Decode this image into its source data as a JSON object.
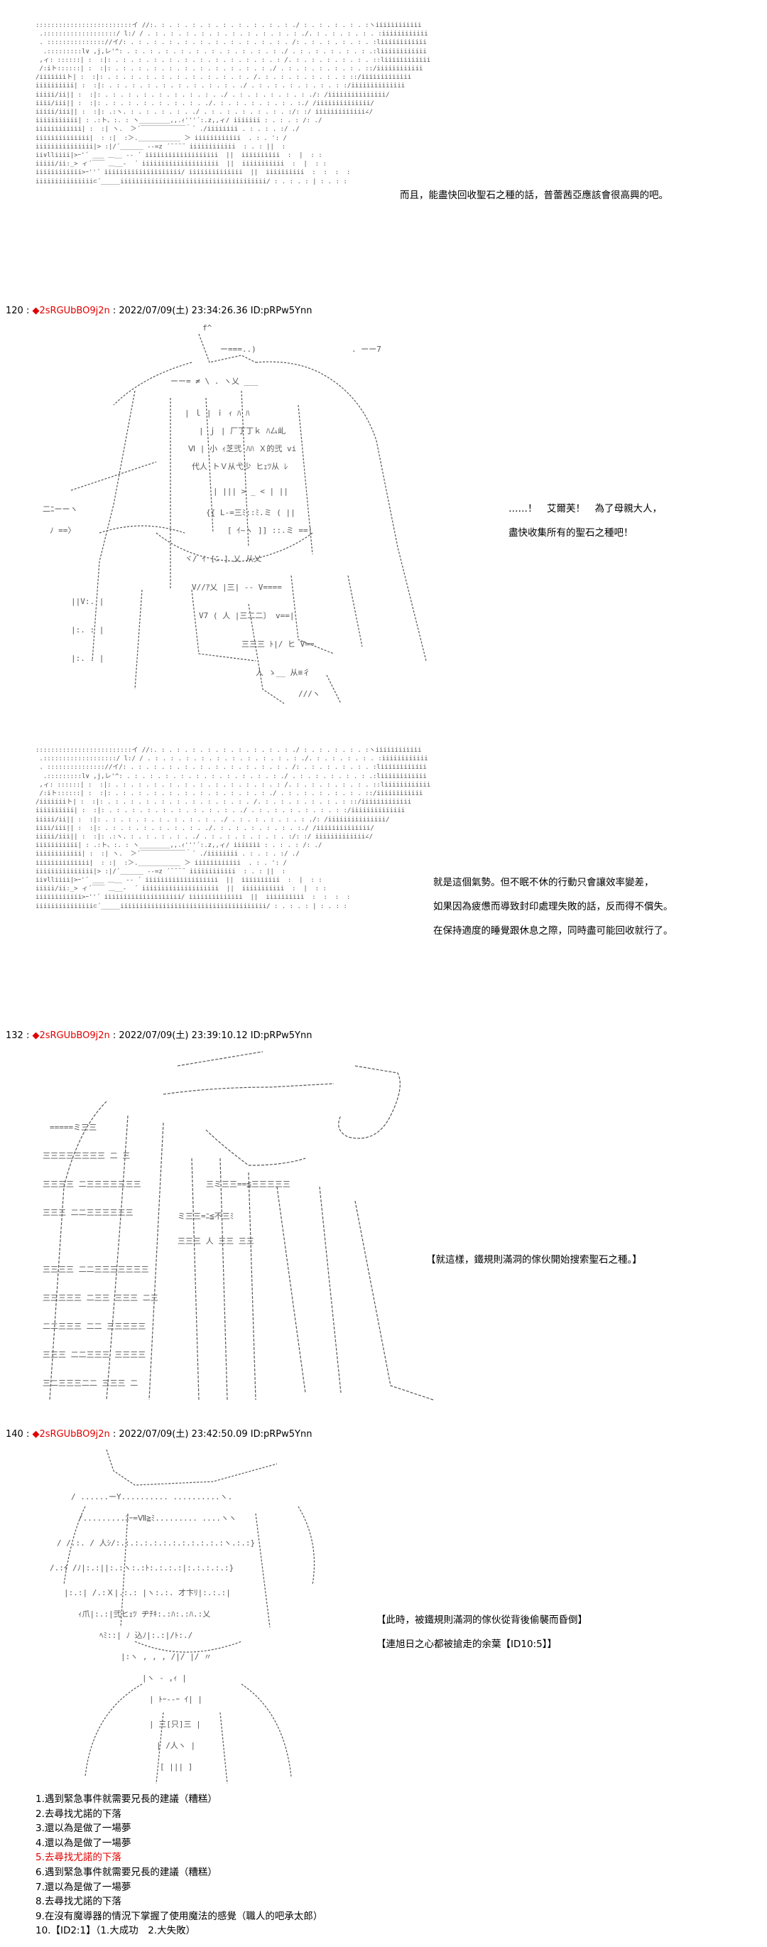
{
  "panel1": {
    "dialog": [
      "而且，能盡快回收聖石之種的話，普蕾茜亞應該會很高興的吧。"
    ]
  },
  "post120": {
    "num": "120",
    "name": "2sRGUbBO9j2n",
    "date": "2022/07/09(土) 23:34:26.36 ID:pRPw5Ynn"
  },
  "panel2": {
    "dialog": [
      "……！　艾爾芙！　為了母親大人，",
      "盡快收集所有的聖石之種吧！"
    ]
  },
  "panel3": {
    "dialog": [
      "就是這個氣勢。但不眠不休的行動只會讓效率變差，",
      "如果因為疲憊而導致封印處理失敗的話，反而得不償失。",
      "在保持適度的睡覺跟休息之際，同時盡可能回收就行了。"
    ]
  },
  "post132": {
    "num": "132",
    "name": "2sRGUbBO9j2n",
    "date": "2022/07/09(土) 23:39:10.12 ID:pRPw5Ynn"
  },
  "panel4": {
    "dialog": [
      "【就這樣，鐵規則滿洞的傢伙開始搜索聖石之種。】"
    ]
  },
  "post140": {
    "num": "140",
    "name": "2sRGUbBO9j2n",
    "date": "2022/07/09(土) 23:42:50.09 ID:pRPw5Ynn"
  },
  "panel5": {
    "dialog": [
      "【此時，被鐵規則滿洞的傢伙從背後偷襲而昏倒】",
      "【連旭日之心都被搶走的余葉【ID10:5】】"
    ]
  },
  "choices": [
    "1.遇到緊急事件就需要兄長的建議（糟糕）",
    "2.去尋找尤諾的下落",
    "3.還以為是做了一場夢",
    "4.還以為是做了一場夢",
    "5.去尋找尤諾的下落",
    "6.遇到緊急事件就需要兄長的建議（糟糕）",
    "7.還以為是做了一場夢",
    "8.去尋找尤諾的下落",
    "9.在沒有魔導器的情況下掌握了使用魔法的感覺（職人的吧承太郎）",
    "10.【ID2:1】（1.大成功　2.大失敗）"
  ],
  "highlight_color": "#e00000"
}
